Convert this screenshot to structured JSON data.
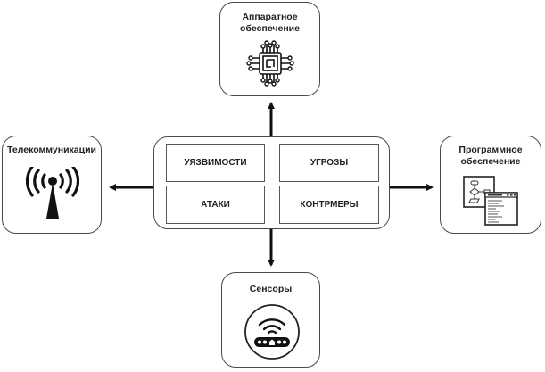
{
  "diagram": {
    "center": {
      "cells": [
        {
          "label": "УЯЗВИМОСТИ"
        },
        {
          "label": "УГРОЗЫ"
        },
        {
          "label": "АТАКИ"
        },
        {
          "label": "КОНТРМЕРЫ"
        }
      ]
    },
    "nodes": {
      "top": {
        "title_line1": "Аппаратное",
        "title_line2": "обеспечение",
        "icon": "chip-icon"
      },
      "left": {
        "title": "Телекоммуникации",
        "icon": "radio-tower-icon"
      },
      "right": {
        "title_line1": "Программное",
        "title_line2": "обеспечение",
        "icon": "software-window-icon"
      },
      "bottom": {
        "title": "Сенсоры",
        "icon": "wifi-router-icon"
      }
    },
    "edges": [
      {
        "from": "center",
        "to": "top"
      },
      {
        "from": "center",
        "to": "left"
      },
      {
        "from": "center",
        "to": "right"
      },
      {
        "from": "center",
        "to": "bottom"
      }
    ],
    "colors": {
      "stroke": "#1a1a1a",
      "border": "#4a4a4a"
    }
  }
}
